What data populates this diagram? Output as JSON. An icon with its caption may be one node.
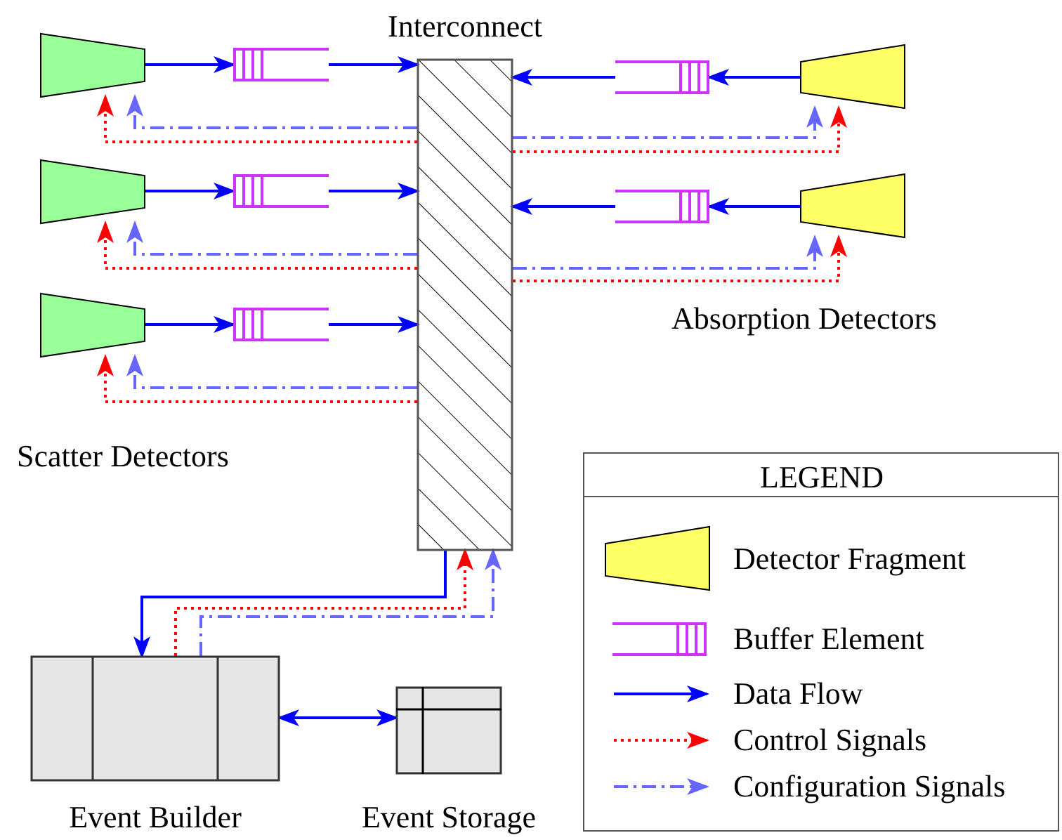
{
  "diagram": {
    "nodes": [
      {
        "text": [
          "Interconnect"
        ]
      },
      {
        "text": [],
        "shape": "trapezoid"
      },
      {
        "text": [],
        "shape": "trapezoid"
      },
      {
        "text": [],
        "shape": "trapezoid"
      },
      {
        "text": [],
        "shape": "box"
      },
      {
        "text": [],
        "shape": "box"
      },
      {
        "text": [],
        "shape": "box"
      },
      {
        "text": [],
        "shape": "trapezoid"
      },
      {
        "text": [],
        "shape": "trapezoid"
      },
      {
        "text": [],
        "shape": "box"
      },
      {
        "text": [],
        "shape": "box"
      },
      {
        "text": [
          "Event Builder"
        ]
      },
      {
        "text": [
          "Event Storage"
        ]
      }
    ],
    "edges": [
      {
        "from": 1,
        "to": 4,
        "arrow": "to"
      },
      {
        "from": 4,
        "to": 0,
        "arrow": "to"
      },
      {
        "from": 0,
        "to": 1,
        "arrow": "to",
        "style": "dashed",
        "color": "#ff0000"
      },
      {
        "from": 0,
        "to": 1,
        "arrow": "to",
        "style": "dashed",
        "color": "#6666ff"
      },
      {
        "from": 2,
        "to": 5,
        "arrow": "to"
      },
      {
        "from": 5,
        "to": 0,
        "arrow": "to"
      },
      {
        "from": 0,
        "to": 2,
        "arrow": "to",
        "style": "dashed",
        "color": "#ff0000"
      },
      {
        "from": 0,
        "to": 2,
        "arrow": "to",
        "style": "dashed",
        "color": "#6666ff"
      },
      {
        "from": 3,
        "to": 6,
        "arrow": "to"
      },
      {
        "from": 6,
        "to": 0,
        "arrow": "to"
      },
      {
        "from": 0,
        "to": 3,
        "arrow": "to",
        "style": "dashed",
        "color": "#ff0000"
      },
      {
        "from": 0,
        "to": 3,
        "arrow": "to",
        "style": "dashed",
        "color": "#6666ff"
      },
      {
        "from": 7,
        "to": 9,
        "arrow": "to"
      },
      {
        "from": 9,
        "to": 0,
        "arrow": "to"
      },
      {
        "from": 0,
        "to": 7,
        "arrow": "to",
        "style": "dashed",
        "color": "#ff0000"
      },
      {
        "from": 0,
        "to": 7,
        "arrow": "to",
        "style": "dashed",
        "color": "#6666ff"
      },
      {
        "from": 8,
        "to": 10,
        "arrow": "to"
      },
      {
        "from": 10,
        "to": 0,
        "arrow": "to"
      },
      {
        "from": 0,
        "to": 8,
        "arrow": "to",
        "style": "dashed",
        "color": "#ff0000"
      },
      {
        "from": 0,
        "to": 8,
        "arrow": "to",
        "style": "dashed",
        "color": "#6666ff"
      },
      {
        "from": 0,
        "to": 11,
        "arrow": "to"
      },
      {
        "from": 11,
        "to": 0,
        "arrow": "to",
        "style": "dashed",
        "color": "#ff0000"
      },
      {
        "from": 11,
        "to": 0,
        "arrow": "to",
        "style": "dashed",
        "color": "#6666ff"
      },
      {
        "from": 11,
        "to": 12,
        "arrow": "both"
      }
    ],
    "labels": [
      "Scatter Detectors",
      "Absorption Detectors",
      "LEGEND"
    ],
    "legend": [
      {
        "text": "Detector Fragment"
      },
      {
        "text": "Buffer Element"
      },
      {
        "text": "Data Flow"
      },
      {
        "text": "Control Signals"
      },
      {
        "text": "Configuration Signals"
      }
    ]
  }
}
